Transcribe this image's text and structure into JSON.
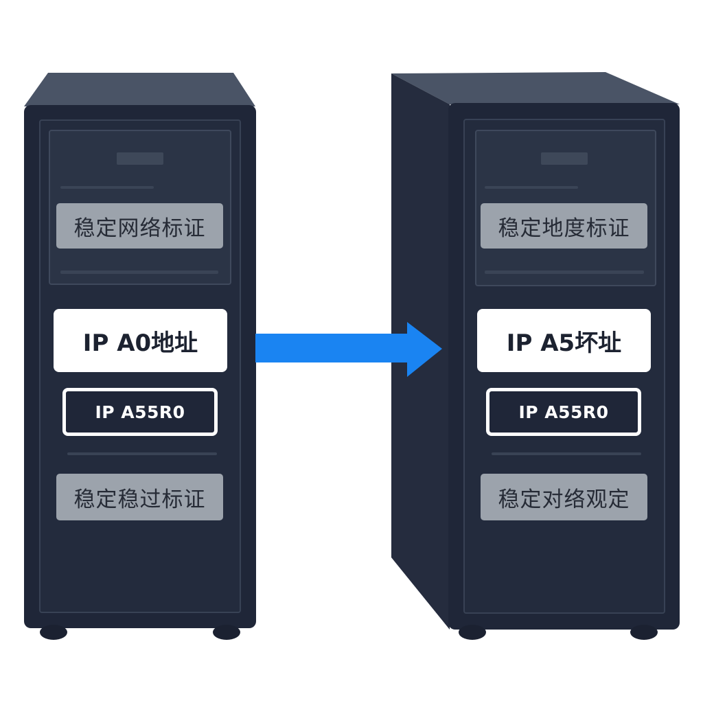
{
  "diagram": {
    "left_server": {
      "top_label": "稳定网络标证",
      "ip_label": "IP A0地址",
      "ip_tag": "IP A55R0",
      "bottom_label": "稳定稳过标证"
    },
    "right_server": {
      "top_label": "稳定地度标证",
      "ip_label": "IP A5坏址",
      "ip_tag": "IP A55R0",
      "bottom_label": "稳定对络观定"
    },
    "colors": {
      "server_body": "#1f2638",
      "server_top": "#4a5466",
      "server_side": "#252c3e",
      "label_gray": "#9ca3ac",
      "arrow": "#1a84f2"
    }
  }
}
